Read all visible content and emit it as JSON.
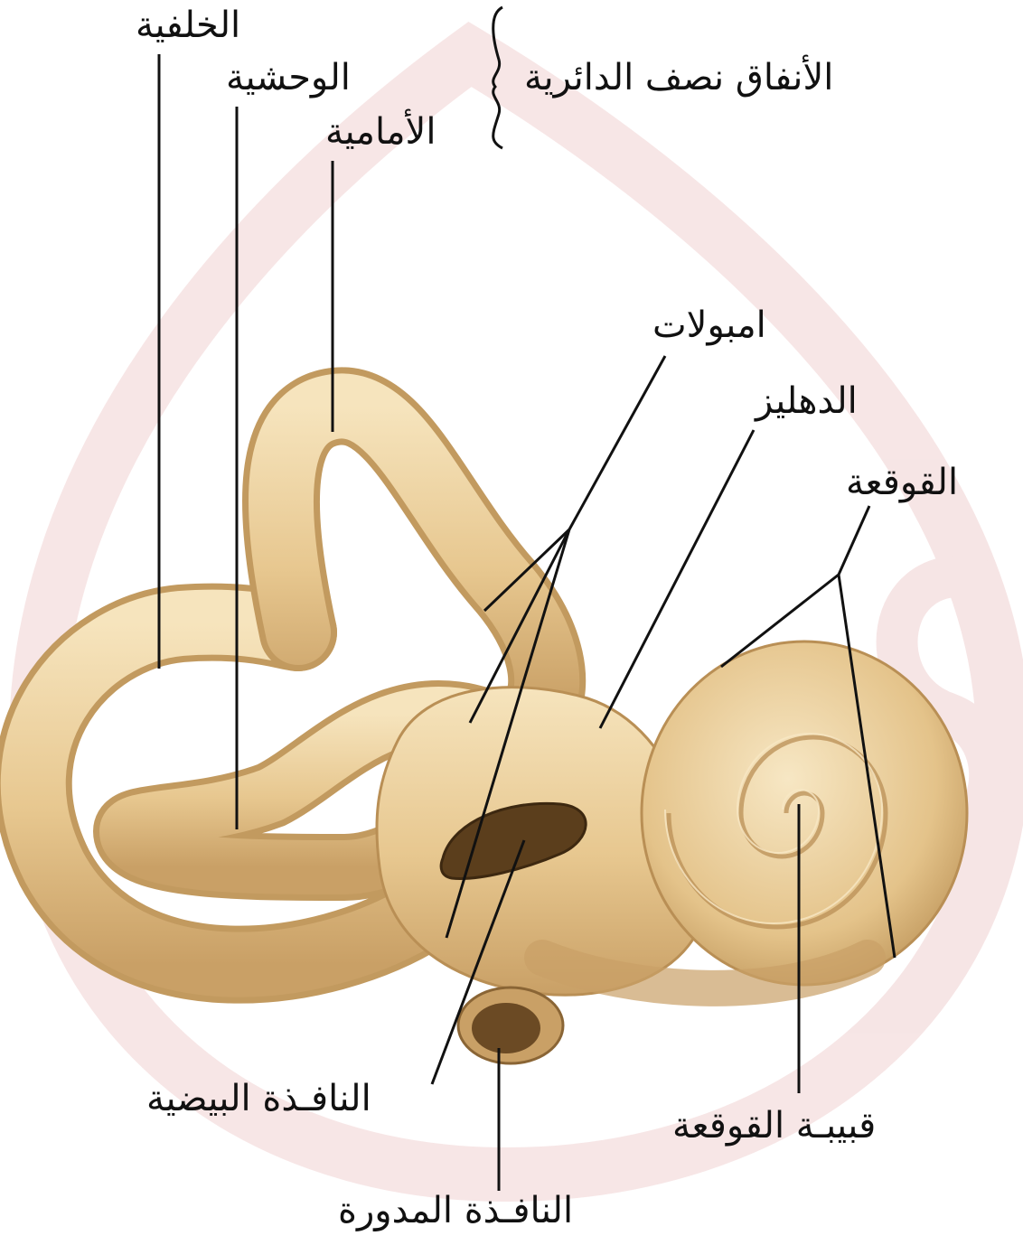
{
  "labels": {
    "posterior": "الخلفية",
    "lateral": "الوحشية",
    "anterior": "الأمامية",
    "semicircular_canals": "الأنفاق نصف الدائرية",
    "ampullae": "امبولات",
    "vestibule": "الدهليز",
    "cochlea": "القوقعة",
    "oval_window": "النافـذة البيضية",
    "cupula_of_cochlea": "قبيبـة القوقعة",
    "round_window": "النافـذة المدورة"
  },
  "colors": {
    "bone_base": "#e7c78f",
    "bone_light": "#f6e4bd",
    "bone_shadow": "#b98f55",
    "window_dark": "#5b3e1c",
    "watermark": "#f6e3e3",
    "leader_line": "#111111"
  }
}
